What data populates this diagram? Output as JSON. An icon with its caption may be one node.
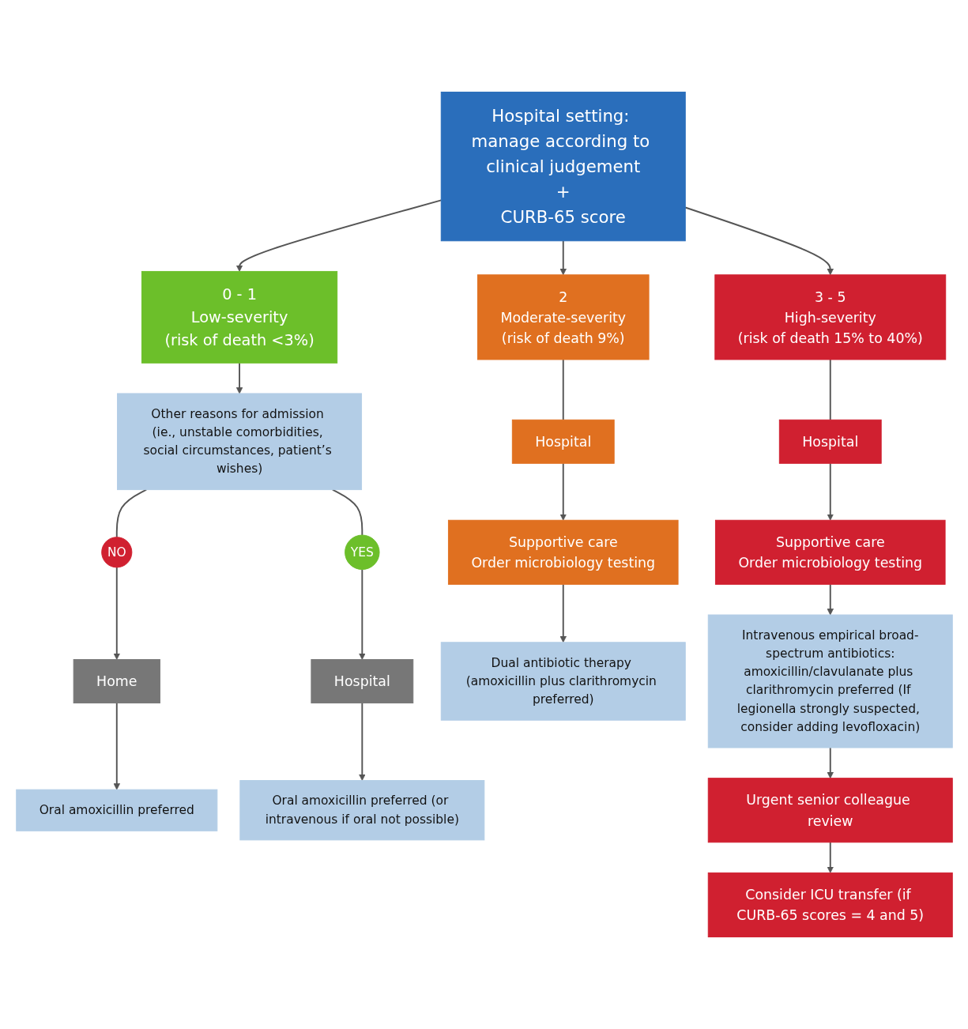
{
  "diagram": {
    "nodes": [
      {
        "text": [
          "Hospital setting: manage according to clinical judgement",
          "+",
          "CURB-65 score"
        ]
      },
      {
        "text": [
          "0 - 1",
          "Low-severity",
          "(risk of death <3%)"
        ]
      },
      {
        "text": [
          "2",
          "Moderate-severity",
          "(risk of death 9%)"
        ]
      },
      {
        "text": [
          "3 - 5",
          "High-severity",
          "(risk of death 15% to 40%)"
        ]
      },
      {
        "text": [
          "Other reasons for admission (ie., unstable comorbidities, social circumstances, patient’s wishes)"
        ]
      },
      {
        "text": [
          "Hospital"
        ]
      },
      {
        "text": [
          "Hospital"
        ]
      },
      {
        "text": [
          "NO"
        ]
      },
      {
        "text": [
          "YES"
        ]
      },
      {
        "text": [
          "Supportive care",
          "Order microbiology testing"
        ]
      },
      {
        "text": [
          "Supportive care",
          "Order microbiology testing"
        ]
      },
      {
        "text": [
          "Home"
        ]
      },
      {
        "text": [
          "Hospital"
        ]
      },
      {
        "text": [
          "Dual antibiotic therapy (amoxicillin plus clarithromycin preferred)"
        ]
      },
      {
        "text": [
          "Intravenous empirical broad-spectrum antibiotics:",
          "amoxicillin/clavulanate plus clarithromycin preferred (If legionella strongly suspected, consider adding levofloxacin)"
        ]
      },
      {
        "text": [
          "Oral amoxicillin preferred"
        ]
      },
      {
        "text": [
          "Oral amoxicillin preferred (or intravenous if oral not possible)"
        ]
      },
      {
        "text": [
          "Urgent senior colleague review"
        ]
      },
      {
        "text": [
          "Consider ICU transfer (if CURB-65 scores = 4 and 5)"
        ]
      }
    ],
    "edges": [
      {
        "from": 0,
        "to": 1,
        "arrow": "to"
      },
      {
        "from": 0,
        "to": 2,
        "arrow": "to"
      },
      {
        "from": 0,
        "to": 3,
        "arrow": "to"
      },
      {
        "from": 1,
        "to": 4,
        "arrow": "to"
      },
      {
        "from": 2,
        "to": 5,
        "arrow": "none"
      },
      {
        "from": 3,
        "to": 6,
        "arrow": "none"
      },
      {
        "from": 4,
        "to": 7,
        "arrow": "none"
      },
      {
        "from": 4,
        "to": 8,
        "arrow": "none"
      },
      {
        "from": 5,
        "to": 9,
        "arrow": "to"
      },
      {
        "from": 6,
        "to": 10,
        "arrow": "to"
      },
      {
        "from": 7,
        "to": 11,
        "arrow": "to"
      },
      {
        "from": 8,
        "to": 12,
        "arrow": "to"
      },
      {
        "from": 9,
        "to": 13,
        "arrow": "to"
      },
      {
        "from": 10,
        "to": 14,
        "arrow": "to"
      },
      {
        "from": 11,
        "to": 15,
        "arrow": "to"
      },
      {
        "from": 12,
        "to": 16,
        "arrow": "to"
      },
      {
        "from": 14,
        "to": 17,
        "arrow": "to"
      },
      {
        "from": 17,
        "to": 18,
        "arrow": "to"
      }
    ]
  }
}
